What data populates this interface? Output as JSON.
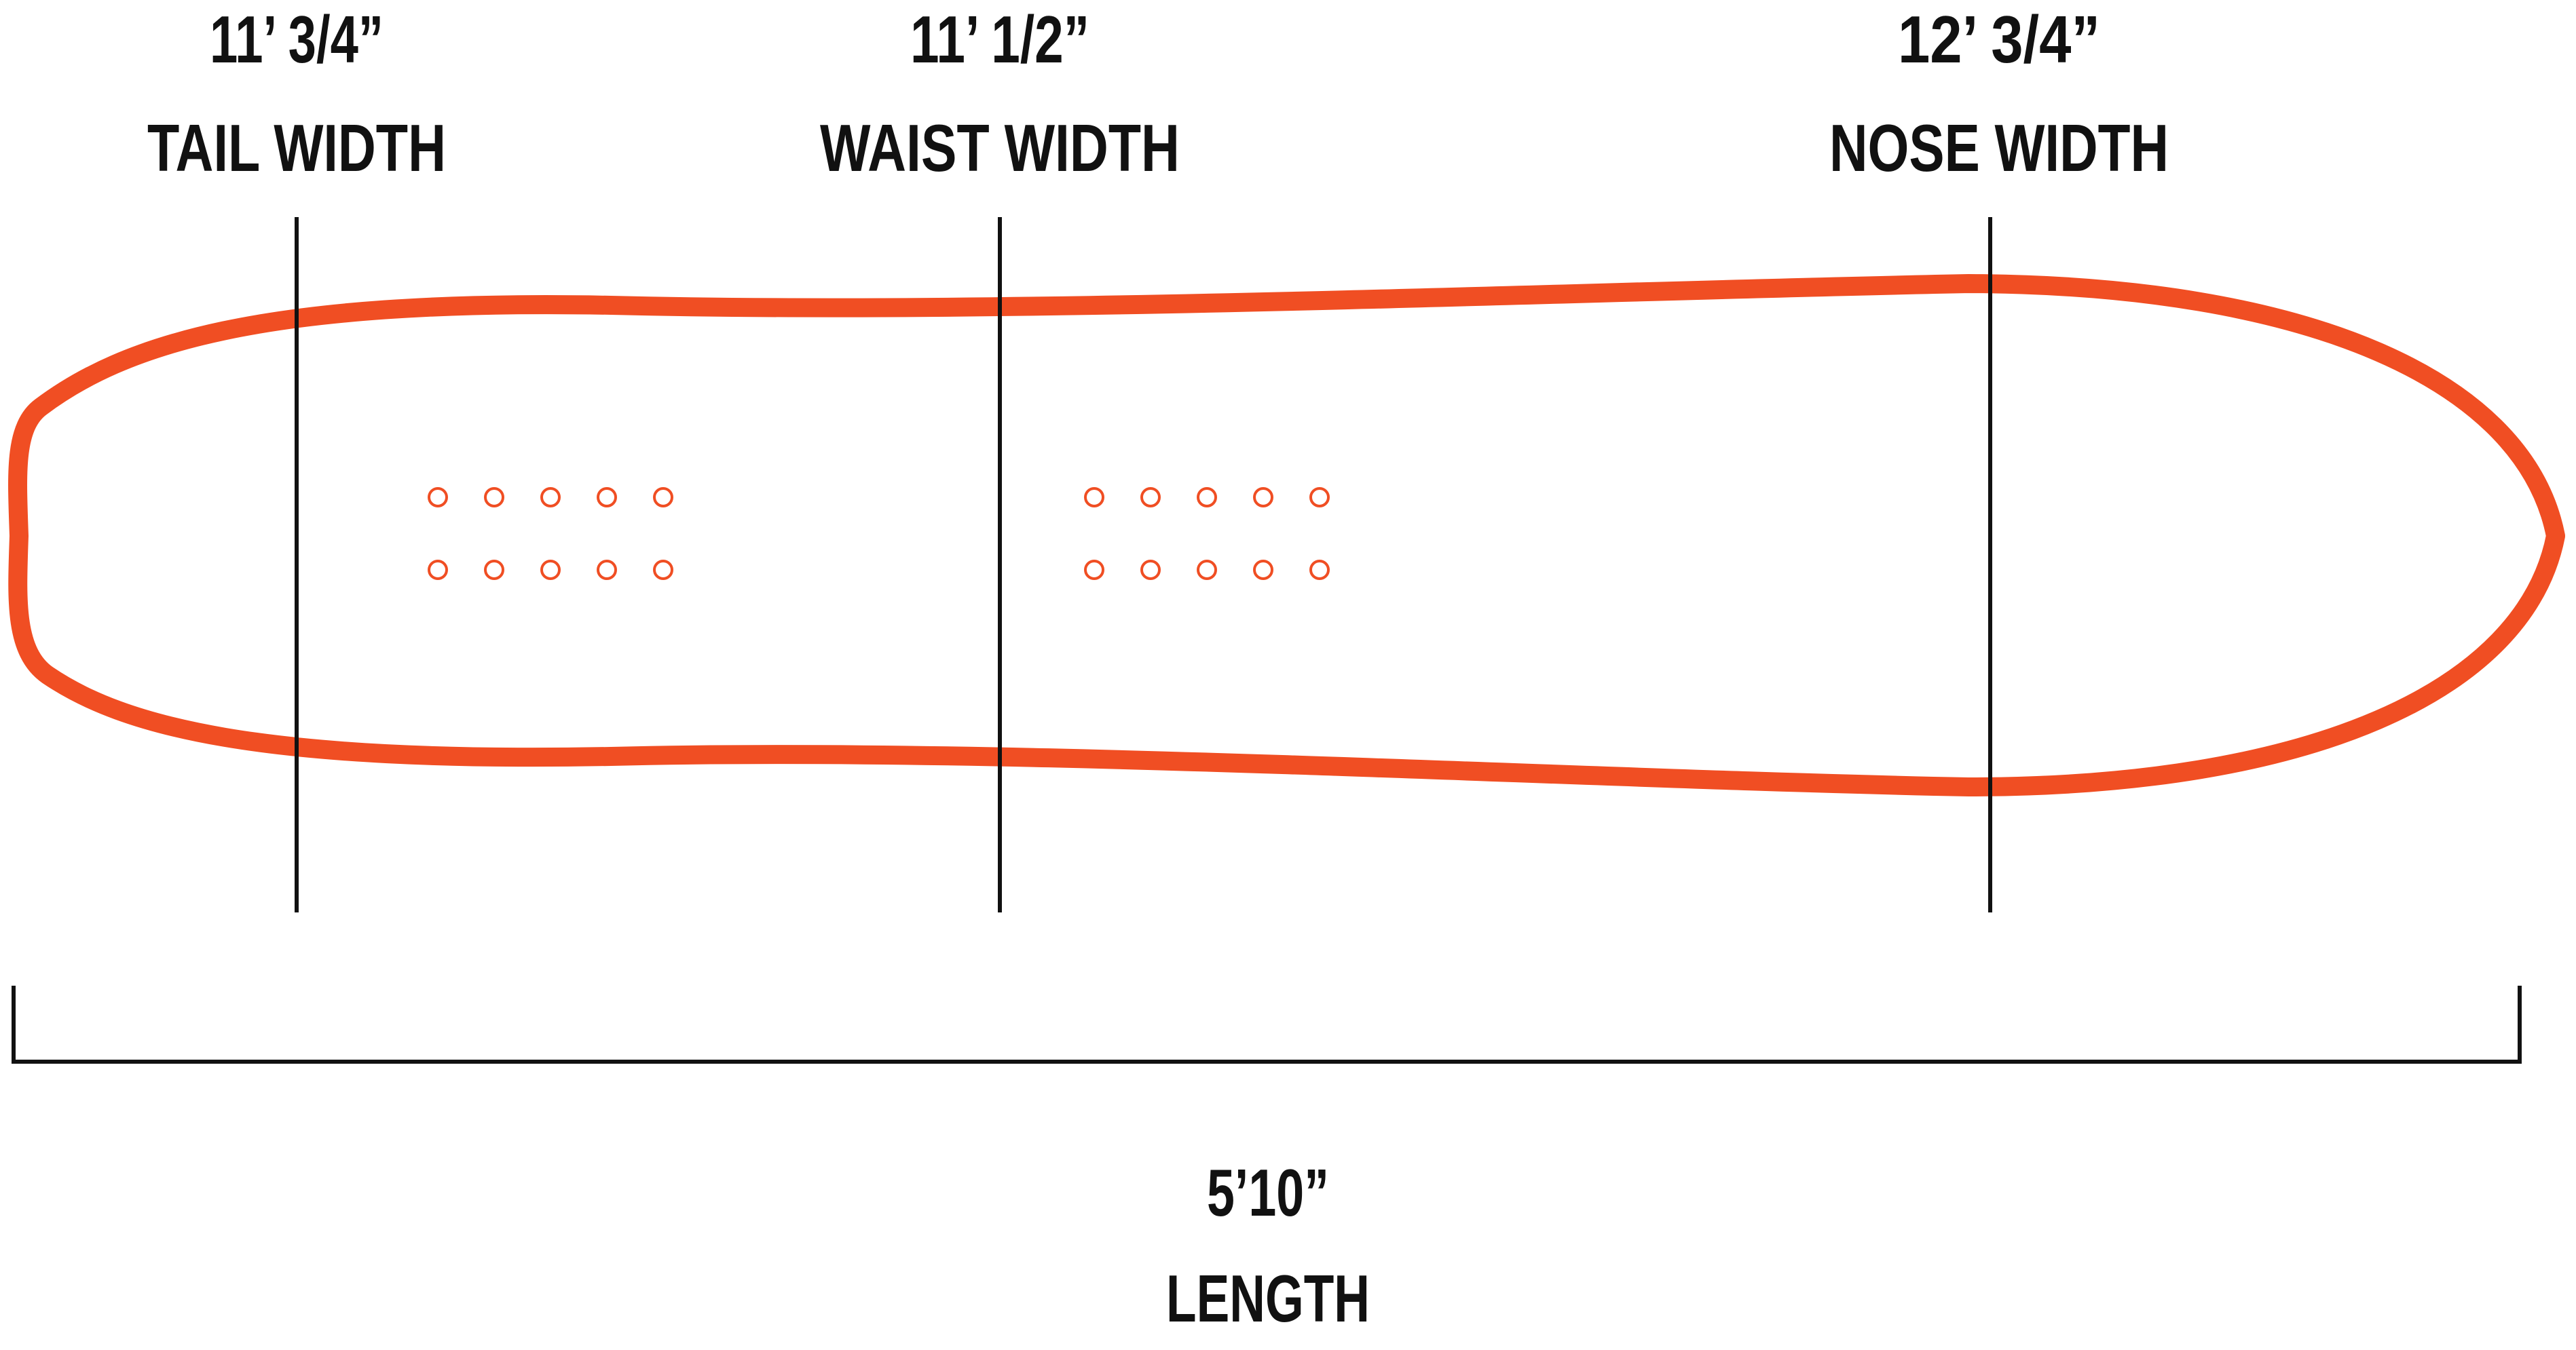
{
  "colors": {
    "outline": "#f04e23",
    "ink": "#111111"
  },
  "measurements": {
    "tail": {
      "value": "11’ 3/4”",
      "label": "TAIL WIDTH"
    },
    "waist": {
      "value": "11’ 1/2”",
      "label": "WAIST WIDTH"
    },
    "nose": {
      "value": "12’ 3/4”",
      "label": "NOSE WIDTH"
    },
    "length": {
      "value": "5’10”",
      "label": "LENGTH"
    }
  },
  "insert_pattern": {
    "groups": 2,
    "rows": 2,
    "columns": 5
  }
}
